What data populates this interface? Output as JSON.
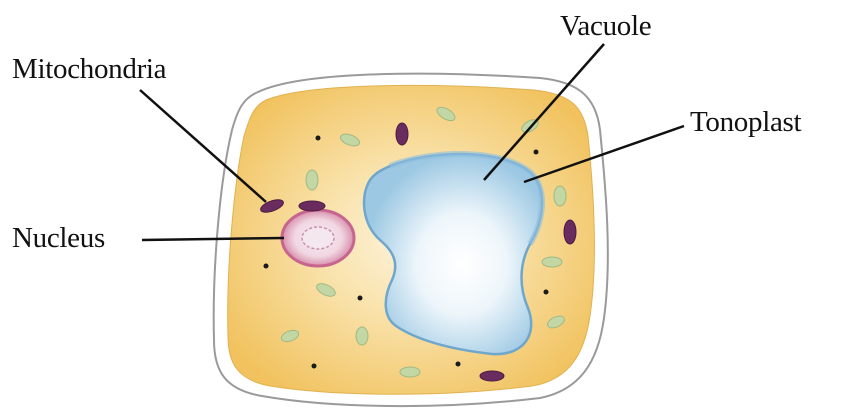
{
  "labels": {
    "mitochondria": "Mitochondria",
    "vacuole": "Vacuole",
    "tonoplast": "Tonoplast",
    "nucleus": "Nucleus"
  },
  "colors": {
    "cell_wall_outline": "#9a9a9a",
    "cytoplasm": "#f3c96a",
    "vacuole": "#a9cfe6",
    "tonoplast": "#7fb3d6",
    "nucleus": "#d98aa8",
    "mitochondria": "#6a2b5e",
    "chloroplast": "#b7cf9a",
    "leader_lines": "#111111"
  }
}
